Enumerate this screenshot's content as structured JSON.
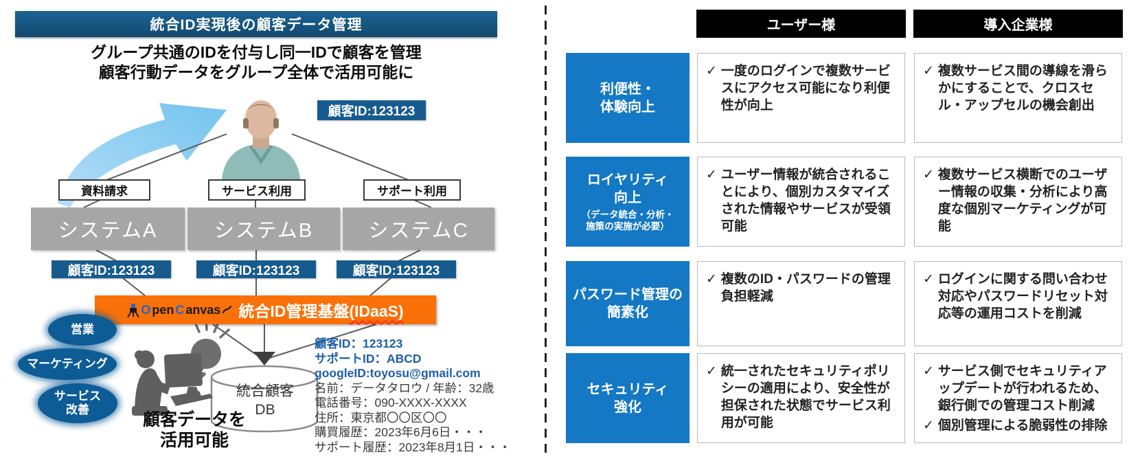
{
  "glyphs": {
    "check": "✓"
  },
  "colors": {
    "navy_header": "#15537f",
    "navy_badge": "#175b8e",
    "table_label_blue": "#1478c4",
    "orange_bar": "#f97108",
    "system_gray": "#a6a6a6",
    "arrow_light_blue": "#85cbf2",
    "bubble_blue": "#0d5c96",
    "record_blue": "#1d5fa9",
    "header_black": "#000000"
  },
  "left": {
    "title": "統合ID実現後の顧客データ管理",
    "subtitle_line1": "グループ共通のIDを付与し同一IDで顧客を管理",
    "subtitle_line2": "顧客行動データをグループ全体で活用可能に",
    "top_badge": "顧客ID:123123",
    "action_labels": [
      "資料請求",
      "サービス利用",
      "サポート利用"
    ],
    "systems": [
      "システムA",
      "システムB",
      "システムC"
    ],
    "id_badges": [
      "顧客ID:123123",
      "顧客ID:123123",
      "顧客ID:123123"
    ],
    "idaas": {
      "logo_o": "O",
      "logo_pen": "pen",
      "logo_c": "C",
      "logo_anvas": "anvas",
      "label": "統合ID管理基盤",
      "suffix": "(IDaaS)"
    },
    "bubble_sales": "営業",
    "bubble_marketing": "マーケティング",
    "bubble_service_line1": "サービス",
    "bubble_service_line2": "改善",
    "usage_line1": "顧客データを",
    "usage_line2": "活用可能",
    "db_line1": "統合顧客",
    "db_line2": "DB",
    "record": {
      "id": "顧客ID：123123",
      "support_id": "サポートID：ABCD",
      "google_id": "googleID:toyosu@gmail.com",
      "name_age": "名前：データタロウ / 年齢：32歳",
      "phone": "電話番号：090-XXXX-XXXX",
      "address": "住所：東京都〇〇区〇〇",
      "purchase": "購買履歴：2023年6月6日・・・",
      "support": "サポート履歴：2023年8月1日・・・"
    }
  },
  "right": {
    "col_user": "ユーザー様",
    "col_company": "導入企業様",
    "rows": [
      {
        "label_line1": "利便性・",
        "label_line2": "体験向上",
        "user": [
          "一度のログインで複数サービスにアクセス可能になり利便性が向上"
        ],
        "company": [
          "複数サービス間の導線を滑らかにすることで、クロスセル・アップセルの機会創出"
        ]
      },
      {
        "label_line1": "ロイヤリティ",
        "label_line2": "向上",
        "note_line1": "（データ統合・分析・",
        "note_line2": "施策の実施が必要）",
        "user": [
          "ユーザー情報が統合されることにより、個別カスタマイズされた情報やサービスが受領可能"
        ],
        "company": [
          "複数サービス横断でのユーザー情報の収集・分析により高度な個別マーケティングが可能"
        ]
      },
      {
        "label_line1": "パスワード管理の",
        "label_line2": "簡素化",
        "user": [
          "複数のID・パスワードの管理負担軽減"
        ],
        "company": [
          "ログインに関する問い合わせ対応やパスワードリセット対応等の運用コストを削減"
        ]
      },
      {
        "label_line1": "セキュリティ",
        "label_line2": "強化",
        "user": [
          "統一されたセキュリティポリシーの適用により、安全性が担保された状態でサービス利用が可能"
        ],
        "company": [
          "サービス側でセキュリティアップデートが行われるため、銀行側での管理コスト削減",
          "個別管理による脆弱性の排除"
        ]
      }
    ]
  }
}
